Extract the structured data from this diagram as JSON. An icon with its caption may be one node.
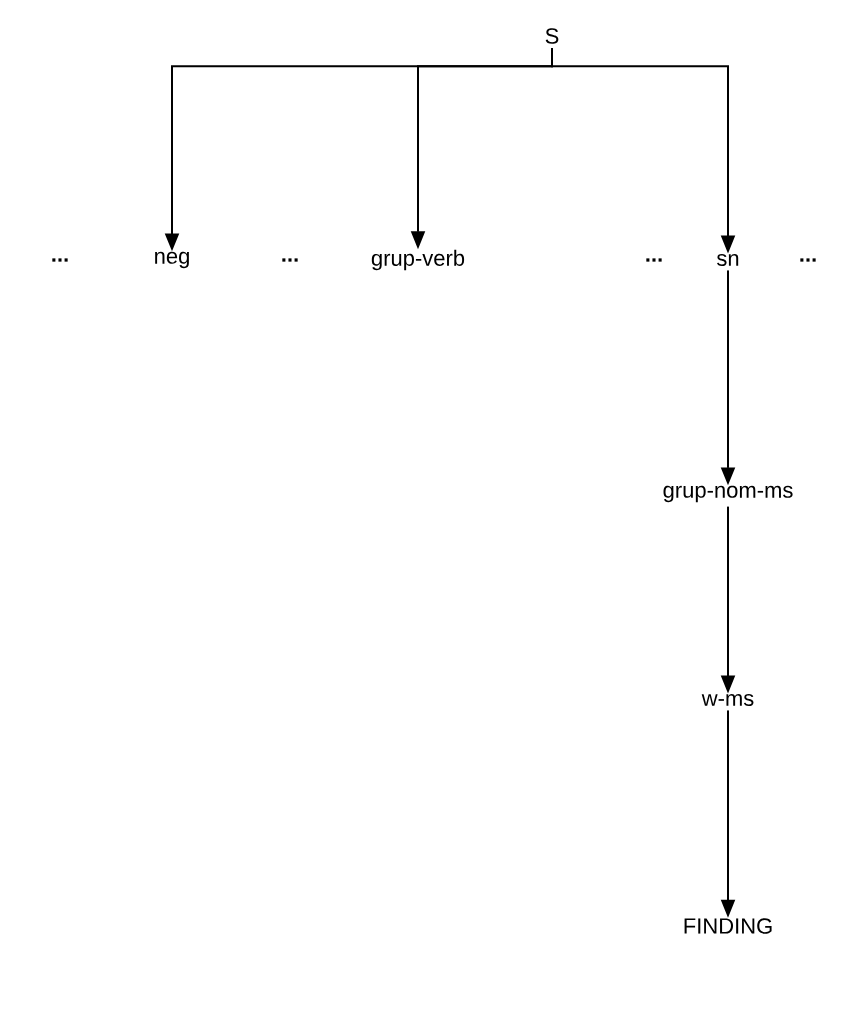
{
  "diagram": {
    "nodes": [
      {
        "text": [
          "S"
        ]
      },
      {
        "text": [
          "neg"
        ]
      },
      {
        "text": [
          "grup-verb"
        ]
      },
      {
        "text": [
          "sn"
        ]
      },
      {
        "text": [
          "grup-nom-ms"
        ]
      },
      {
        "text": [
          "w-ms"
        ]
      },
      {
        "text": [
          "FINDING"
        ]
      }
    ],
    "edges": [
      {
        "from": 0,
        "to": 1,
        "arrow": "to"
      },
      {
        "from": 0,
        "to": 2,
        "arrow": "to"
      },
      {
        "from": 0,
        "to": 3,
        "arrow": "to"
      },
      {
        "from": 3,
        "to": 4,
        "arrow": "to"
      },
      {
        "from": 4,
        "to": 5,
        "arrow": "to"
      },
      {
        "from": 5,
        "to": 6,
        "arrow": "to"
      }
    ],
    "labels": [
      "...",
      "...",
      "...",
      "..."
    ]
  }
}
